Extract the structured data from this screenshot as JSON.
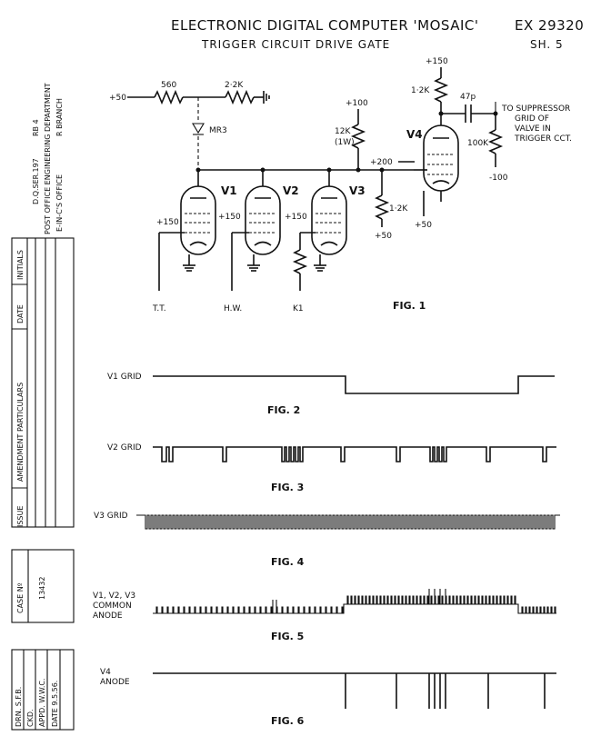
{
  "header": {
    "title": "ELECTRONIC  DIGITAL  COMPUTER  'MOSAIC'",
    "drawing_number": "EX 29320",
    "subtitle": "TRIGGER  CIRCUIT  DRIVE  GATE",
    "sheet": "SH. 5"
  },
  "side_block": {
    "ref_rb4": "RB 4",
    "ref_dq": "D.Q.SER.197",
    "department": "POST OFFICE ENGINEERING DEPARTMENT",
    "office": "E-IN-C'S OFFICE",
    "branch": "R BRANCH",
    "amend_headers": [
      "ISSUE",
      "AMENDMENT  PARTICULARS",
      "DATE",
      "INITIALS"
    ],
    "case_label": "CASE Nº",
    "case_number": "13432",
    "drn": "DRN. S.F.B.",
    "ckd": "CKD.",
    "appd": "APPD. W.W.C.",
    "date": "DATE 9.5.56."
  },
  "circuit": {
    "plus50": "+50",
    "r560": "560",
    "r2k2": "2·2K",
    "mr3": "MR3",
    "plus100": "+100",
    "r12k": "12K",
    "r12k_w": "(1W)",
    "plus150_top": "+150",
    "r1k2_top": "1·2K",
    "c47p": "47p",
    "to_suppressor": "TO SUPPRESSOR",
    "grid_of": "GRID OF",
    "valve_in": "VALVE IN",
    "trigger_cct": "TRIGGER CCT.",
    "r100k": "100K",
    "minus100": "-100",
    "v1": "V1",
    "v2": "V2",
    "v3": "V3",
    "v4": "V4",
    "plus200": "+200",
    "r1k2_mid": "1·2K",
    "plus50_b": "+50",
    "plus50_c": "+50",
    "plus150_v1": "+150",
    "plus150_v2": "+150",
    "plus150_v3": "+150",
    "tt": "T.T.",
    "hw": "H.W.",
    "k1": "K1",
    "fig1": "FIG. 1"
  },
  "waveforms": {
    "v1_label": "V1  GRID",
    "fig2": "FIG. 2",
    "v2_label": "V2  GRID",
    "fig3": "FIG. 3",
    "v3_label": "V3 GRID",
    "fig4": "FIG. 4",
    "v5_label_1": "V1, V2, V3",
    "v5_label_2": "COMMON",
    "v5_label_3": "ANODE",
    "fig5": "FIG. 5",
    "v6_label_1": "V4",
    "v6_label_2": "ANODE",
    "fig6": "FIG. 6"
  }
}
